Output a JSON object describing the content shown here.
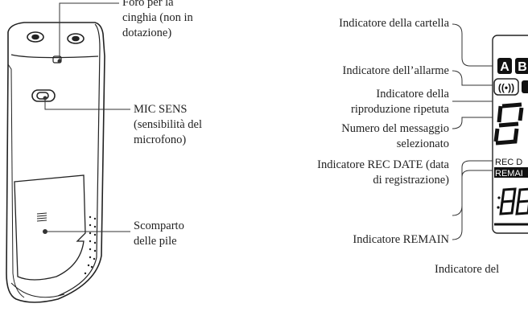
{
  "left_labels": {
    "strap_hole": [
      "Foro per la",
      "cinghia (non in",
      "dotazione)"
    ],
    "mic_sens": [
      "MIC SENS",
      "(sensibilità del",
      "microfono)"
    ],
    "battery": [
      "Scomparto",
      "delle pile"
    ]
  },
  "right_labels": {
    "folder": "Indicatore della cartella",
    "alarm": "Indicatore dell’allarme",
    "repeat": [
      "Indicatore della",
      "riproduzione ripetuta"
    ],
    "message_number": [
      "Numero del messaggio",
      "selezionato"
    ],
    "rec_date": [
      "Indicatore REC DATE (data",
      "di registrazione)"
    ],
    "remain": "Indicatore REMAIN",
    "bottom_cut": "Indicatore del"
  },
  "lcd": {
    "folder_letters": [
      "A",
      "B"
    ],
    "alarm_symbol": "((•))",
    "rec_text": "REC D",
    "remain_text": "REMAI"
  }
}
